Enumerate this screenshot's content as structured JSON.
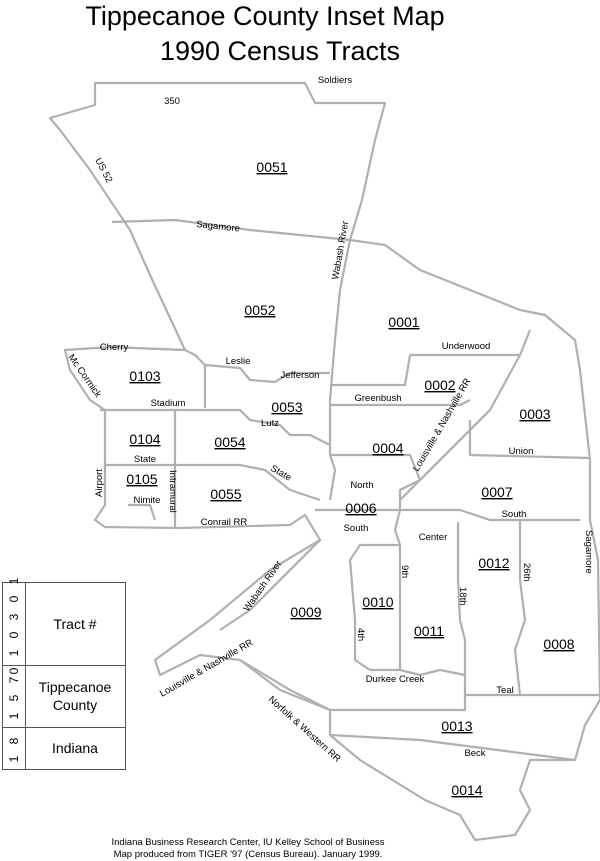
{
  "title": {
    "line1": "Tippecanoe County Inset Map",
    "line2": "1990 Census Tracts"
  },
  "tracts": {
    "t0051": "0051",
    "t0052": "0052",
    "t0001": "0001",
    "t0103": "0103",
    "t0002": "0002",
    "t0003": "0003",
    "t0053": "0053",
    "t0104": "0104",
    "t0054": "0054",
    "t0004": "0004",
    "t0105": "0105",
    "t0055": "0055",
    "t0006": "0006",
    "t0007": "0007",
    "t0012": "0012",
    "t0009": "0009",
    "t0010": "0010",
    "t0011": "0011",
    "t0008": "0008",
    "t0013": "0013",
    "t0014": "0014"
  },
  "roads": {
    "soldiers": "Soldiers",
    "r350": "350",
    "us52": "US 52",
    "sagamore_n": "Sagamore",
    "wabash_n": "Wabash River",
    "cherry": "Cherry",
    "mccormick": "Mc Cormick",
    "leslie": "Leslie",
    "jefferson": "Jefferson",
    "underwood": "Underwood",
    "stadium": "Stadium",
    "greenbush": "Greenbush",
    "lutz": "Lutz",
    "lnrr_n": "Louisville & Nashville RR",
    "union": "Union",
    "state_w": "State",
    "state_e": "State",
    "airport": "Airport",
    "intramural": "Intramural",
    "nimite": "Nimite",
    "north": "North",
    "conrail": "Conrail RR",
    "south_w": "South",
    "south_e": "South",
    "center": "Center",
    "ninth": "9th",
    "twentysixth": "26th",
    "eighteenth": "18th",
    "sagamore_e": "Sagamore",
    "wabash_s": "Wabash River",
    "fourth": "4th",
    "lnrr_s": "Louisville & Nashville RR",
    "durkee": "Durkee Creek",
    "teal": "Teal",
    "norfolk": "Norfolk & Western RR",
    "beck": "Beck"
  },
  "legend": {
    "tract_code": "0 1 0 3 0 1",
    "tract_label": "Tract #",
    "county_code": "1 5 7",
    "county_label_1": "Tippecanoe",
    "county_label_2": "County",
    "state_code": "1 8",
    "state_label": "Indiana"
  },
  "footer": {
    "line1": "Indiana Business Research Center, IU Kelley School of Business",
    "line2": "Map produced from TIGER '97 (Census Bureau). January 1999."
  },
  "colors": {
    "boundary": "#b0b0b0",
    "text": "#000000",
    "legend_border": "#555555"
  }
}
